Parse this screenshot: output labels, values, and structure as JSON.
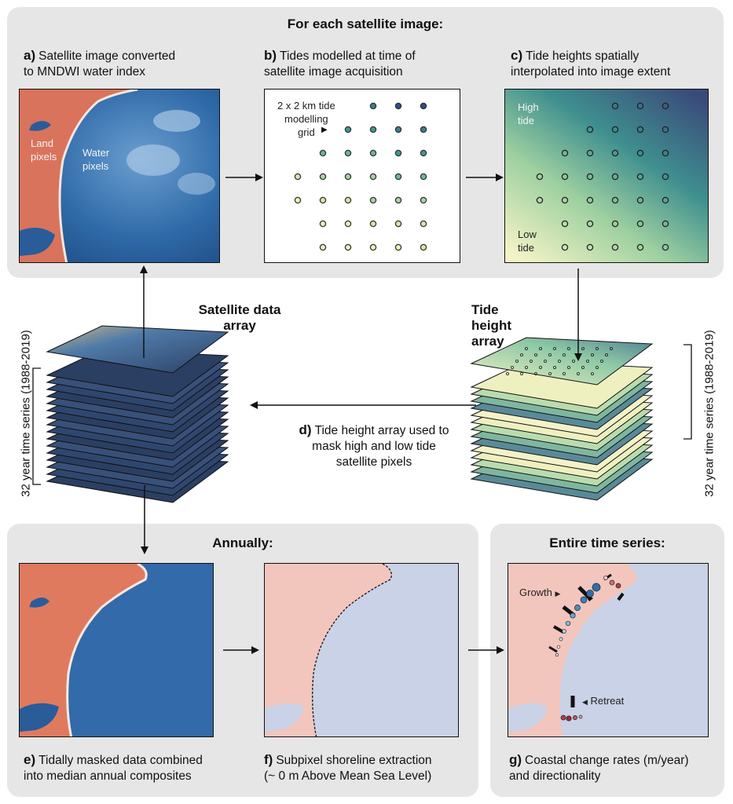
{
  "header_top": "For each satellite image:",
  "header_annual": "Annually:",
  "header_series": "Entire time series:",
  "panels": {
    "a": {
      "letter": "a)",
      "line1": "Satellite image converted",
      "line2": "to MNDWI water index",
      "land": "Land\npixels",
      "water": "Water\npixels"
    },
    "b": {
      "letter": "b)",
      "line1": "Tides modelled at time of",
      "line2": "satellite image acquisition",
      "grid_label": "2 x 2 km tide\nmodelling\ngrid"
    },
    "c": {
      "letter": "c)",
      "line1": "Tide heights spatially",
      "line2": "interpolated into image extent",
      "high": "High\ntide",
      "low": "Low\ntide"
    },
    "d": {
      "letter": "d)",
      "line1": "Tide height array used to",
      "line2": "mask high and low tide",
      "line3": "satellite pixels"
    },
    "e": {
      "letter": "e)",
      "line1": "Tidally masked data combined",
      "line2": "into median annual composites"
    },
    "f": {
      "letter": "f)",
      "line1": "Subpixel shoreline extraction",
      "line2": "(~ 0 m Above Mean Sea Level)"
    },
    "g": {
      "letter": "g)",
      "line1": "Coastal change rates (m/year)",
      "line2": "and directionality",
      "growth": "Growth",
      "retreat": "Retreat"
    }
  },
  "arrays": {
    "satellite_line1": "Satellite data",
    "satellite_line2": "array",
    "tide_line1": "Tide height",
    "tide_line2": "array",
    "time_series_left": "32 year time series (1988-2019)",
    "time_series_right": "32 year time series (1988-2019)"
  },
  "colors": {
    "panel_bg": "#e6e6e6",
    "land": "#e07a5f",
    "water": "#2e6fb0",
    "pale_land": "#f2c6bd",
    "pale_water": "#c9d2e6"
  }
}
